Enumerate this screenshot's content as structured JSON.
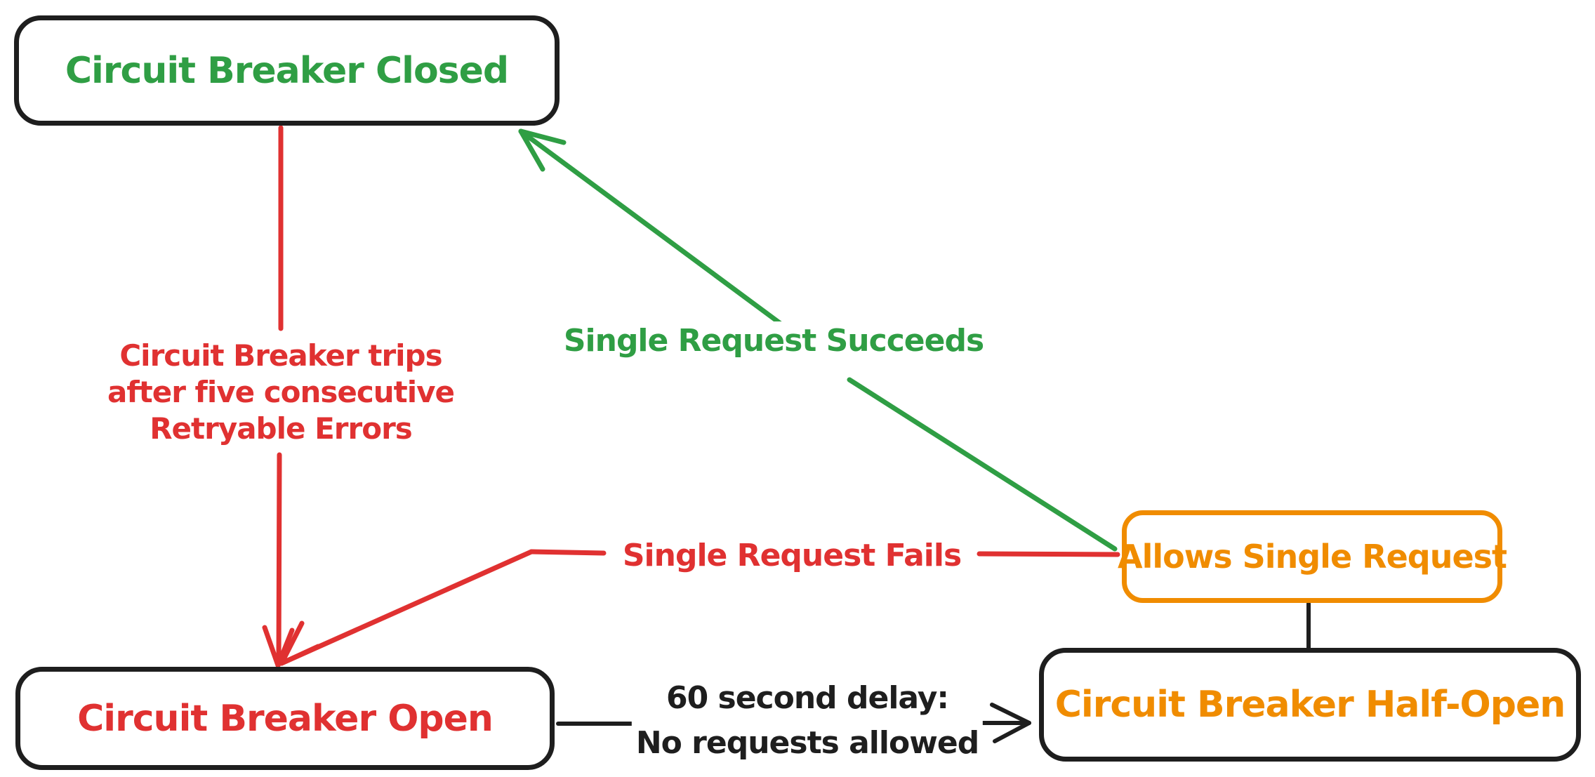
{
  "palette": {
    "green": "#2f9e44",
    "red": "#e03131",
    "orange": "#f08c00",
    "ink": "#1e1e1e",
    "background": "#ffffff"
  },
  "nodes": {
    "closed": {
      "label": "Circuit Breaker Closed",
      "text_color": "#2f9e44",
      "border_color": "#1e1e1e"
    },
    "open": {
      "label": "Circuit Breaker Open",
      "text_color": "#e03131",
      "border_color": "#1e1e1e"
    },
    "half_open": {
      "label": "Circuit Breaker Half-Open",
      "text_color": "#f08c00",
      "border_color": "#1e1e1e"
    },
    "allows_single_request": {
      "label": "Allows Single Request",
      "text_color": "#f08c00",
      "border_color": "#f08c00"
    }
  },
  "edges": {
    "trips": {
      "from": "closed",
      "to": "open",
      "color": "#e03131",
      "label_lines": [
        "Circuit Breaker trips",
        "after five consecutive",
        "Retryable Errors"
      ]
    },
    "succeeds": {
      "from": "allows_single_request",
      "to": "closed",
      "color": "#2f9e44",
      "label": "Single Request Succeeds"
    },
    "fails": {
      "from": "allows_single_request",
      "to": "open",
      "color": "#e03131",
      "label": "Single Request Fails"
    },
    "delay": {
      "from": "open",
      "to": "half_open",
      "color": "#1e1e1e",
      "label_lines": [
        "60 second delay:",
        "No requests allowed"
      ]
    },
    "half_open_link": {
      "from": "half_open",
      "to": "allows_single_request",
      "color": "#1e1e1e"
    }
  }
}
